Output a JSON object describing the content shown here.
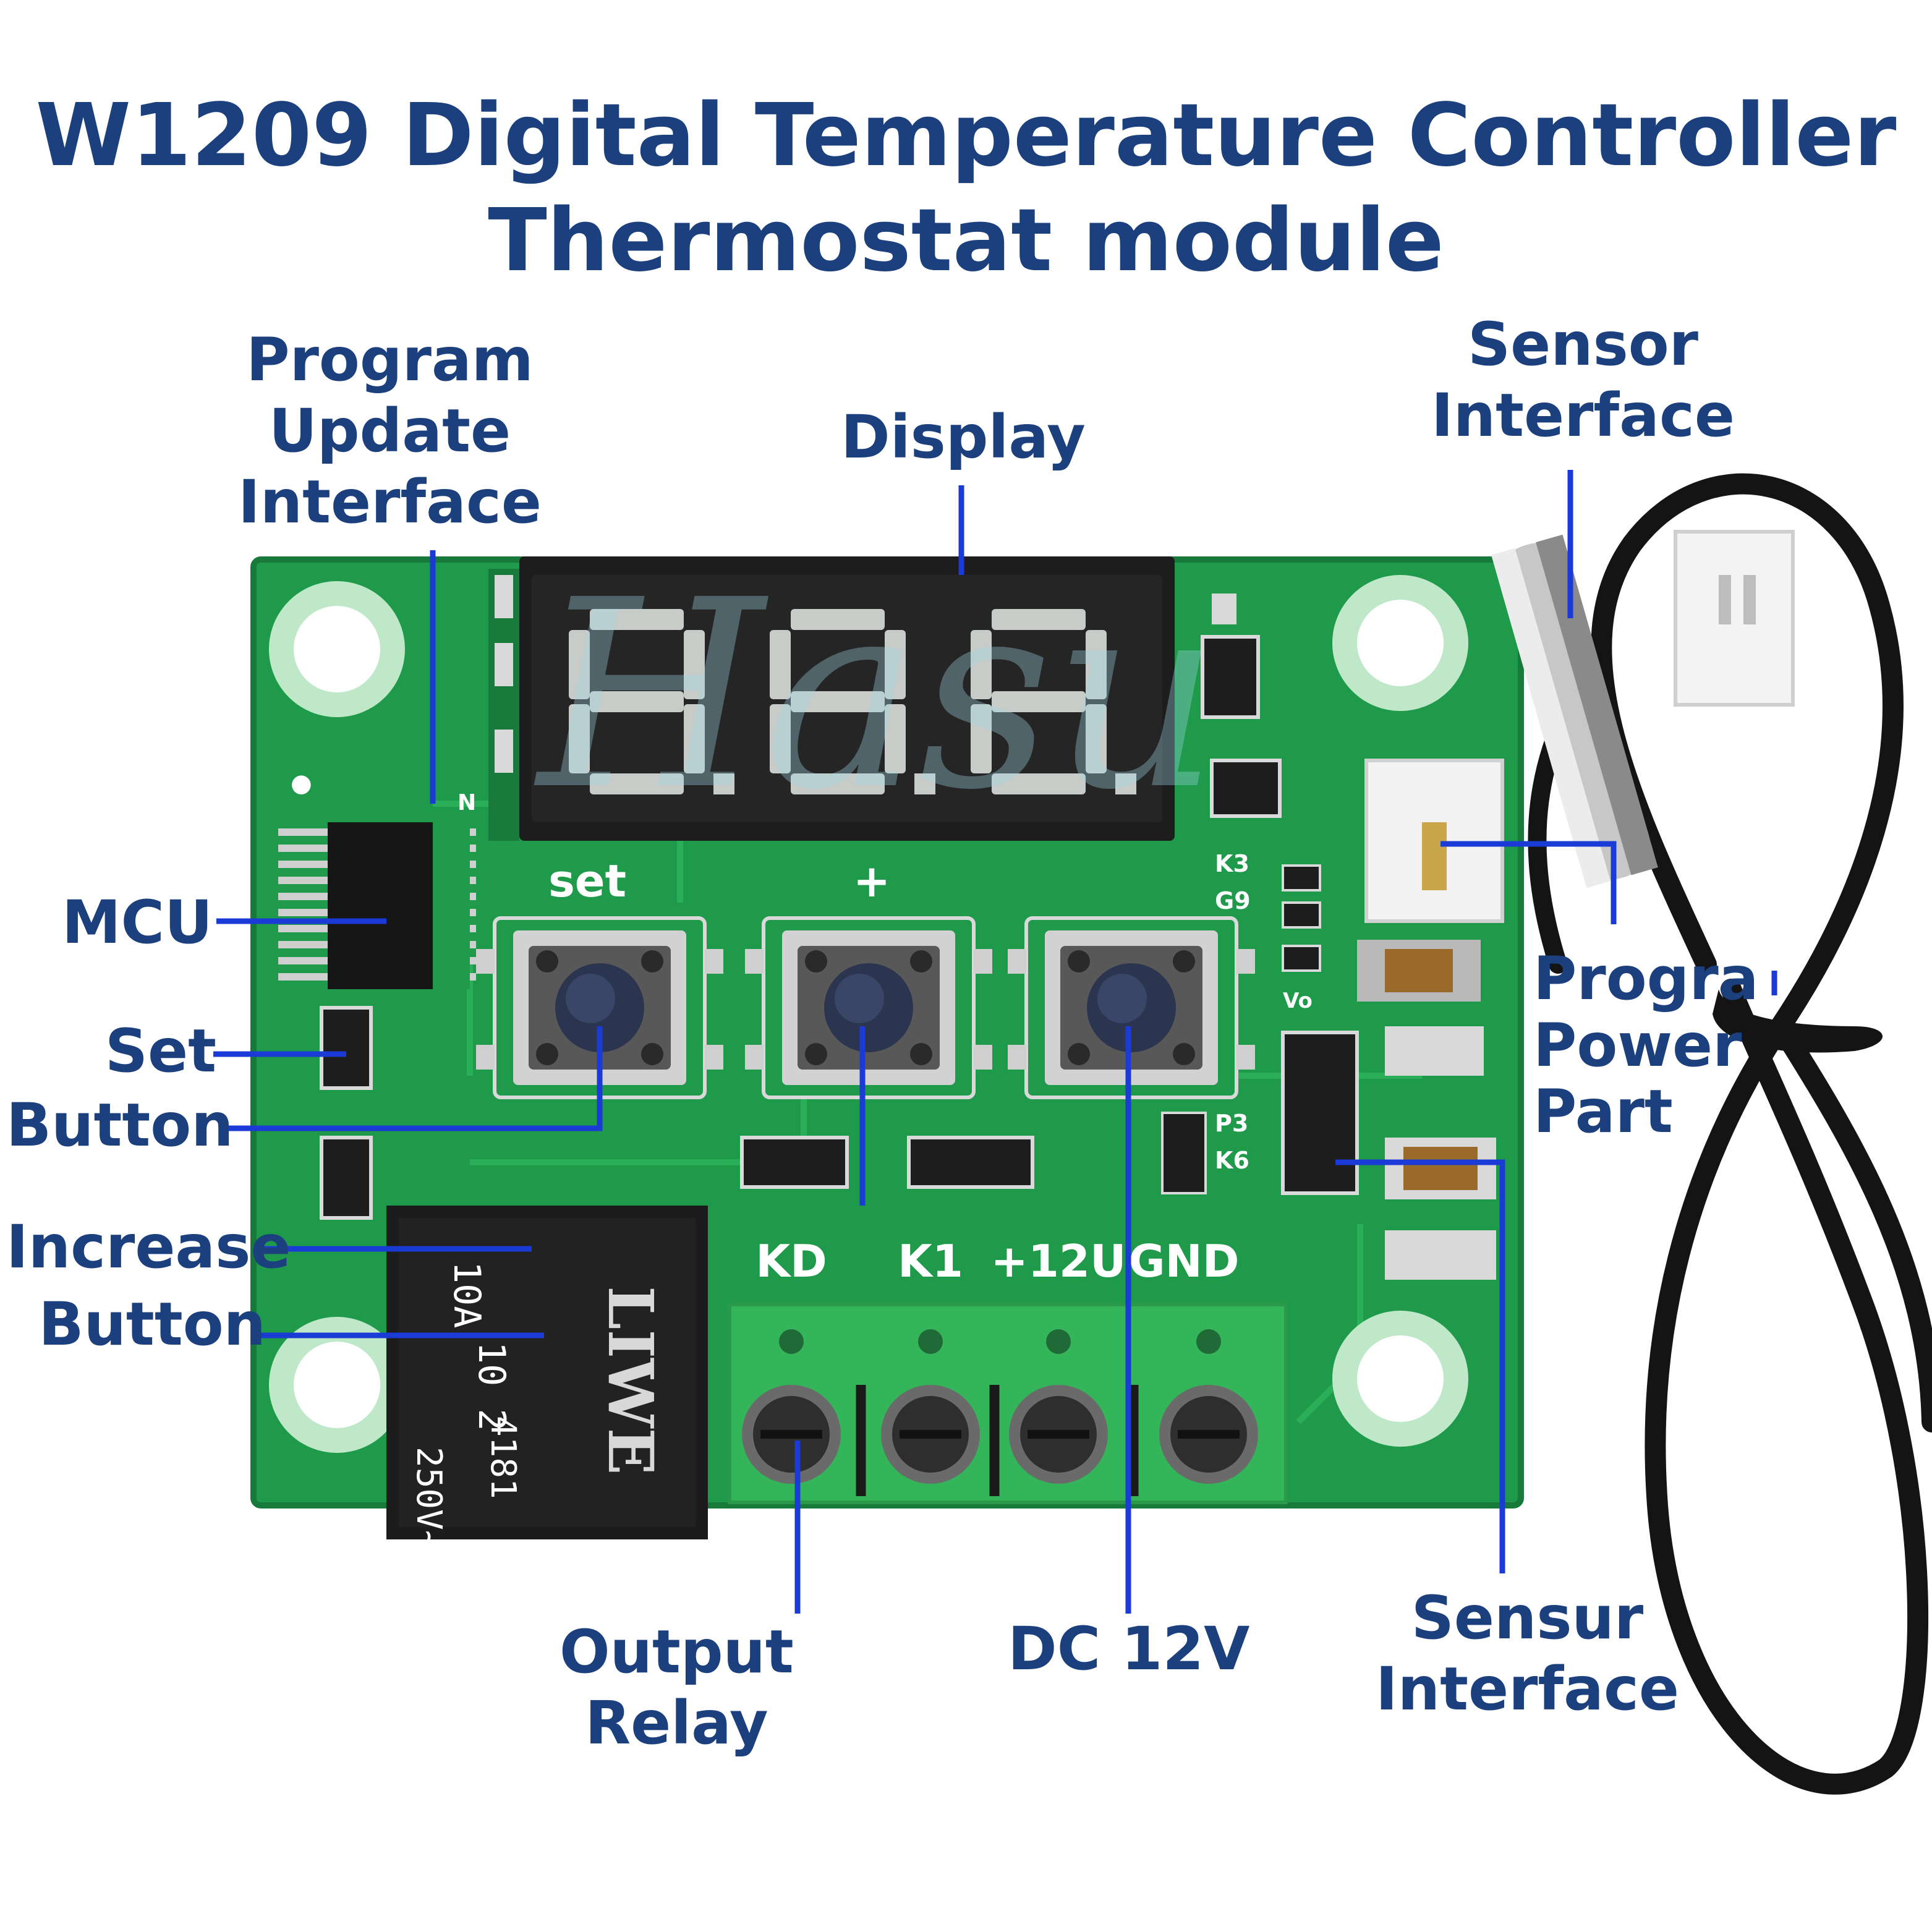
{
  "title": {
    "line1": "W1209 Digital Temperature Controller",
    "line2": "Thermostat module"
  },
  "labels": {
    "program_update": [
      "Program",
      "Update",
      "Interface"
    ],
    "display": [
      "Display"
    ],
    "sensor_interface_top": [
      "Sensor",
      "Interface"
    ],
    "mcu": [
      "MCU"
    ],
    "set_button": [
      "Set",
      "Button"
    ],
    "increase_button": [
      "Increase",
      "Button"
    ],
    "program_power": [
      "Progra",
      "Power",
      "Part"
    ],
    "output_relay": [
      "Output",
      "Relay"
    ],
    "dc12v": [
      "DC 12V"
    ],
    "sensor_interface_bottom": [
      "Sensur",
      "Interface"
    ]
  },
  "board": {
    "display_digits": "8.8.8.",
    "button_labels": [
      "set",
      "+"
    ],
    "terminal_labels": [
      "KD",
      "K1",
      "+12U",
      "GND"
    ],
    "silk_codes": [
      "K3",
      "G9",
      "P3",
      "K6",
      "Vo"
    ],
    "relay_brand": "LIWE",
    "relay_markings": [
      "10A",
      "10 2",
      "250V~",
      "4181"
    ]
  },
  "watermark": "Hasu",
  "colors": {
    "title": "#1c3f7e",
    "leader": "#1a3bd6",
    "pcb": "#1f9a4a",
    "pcb_dark": "#177a3a",
    "terminal": "#34b559",
    "display": "#1d1d1d",
    "segment": "#c8ccc8"
  }
}
